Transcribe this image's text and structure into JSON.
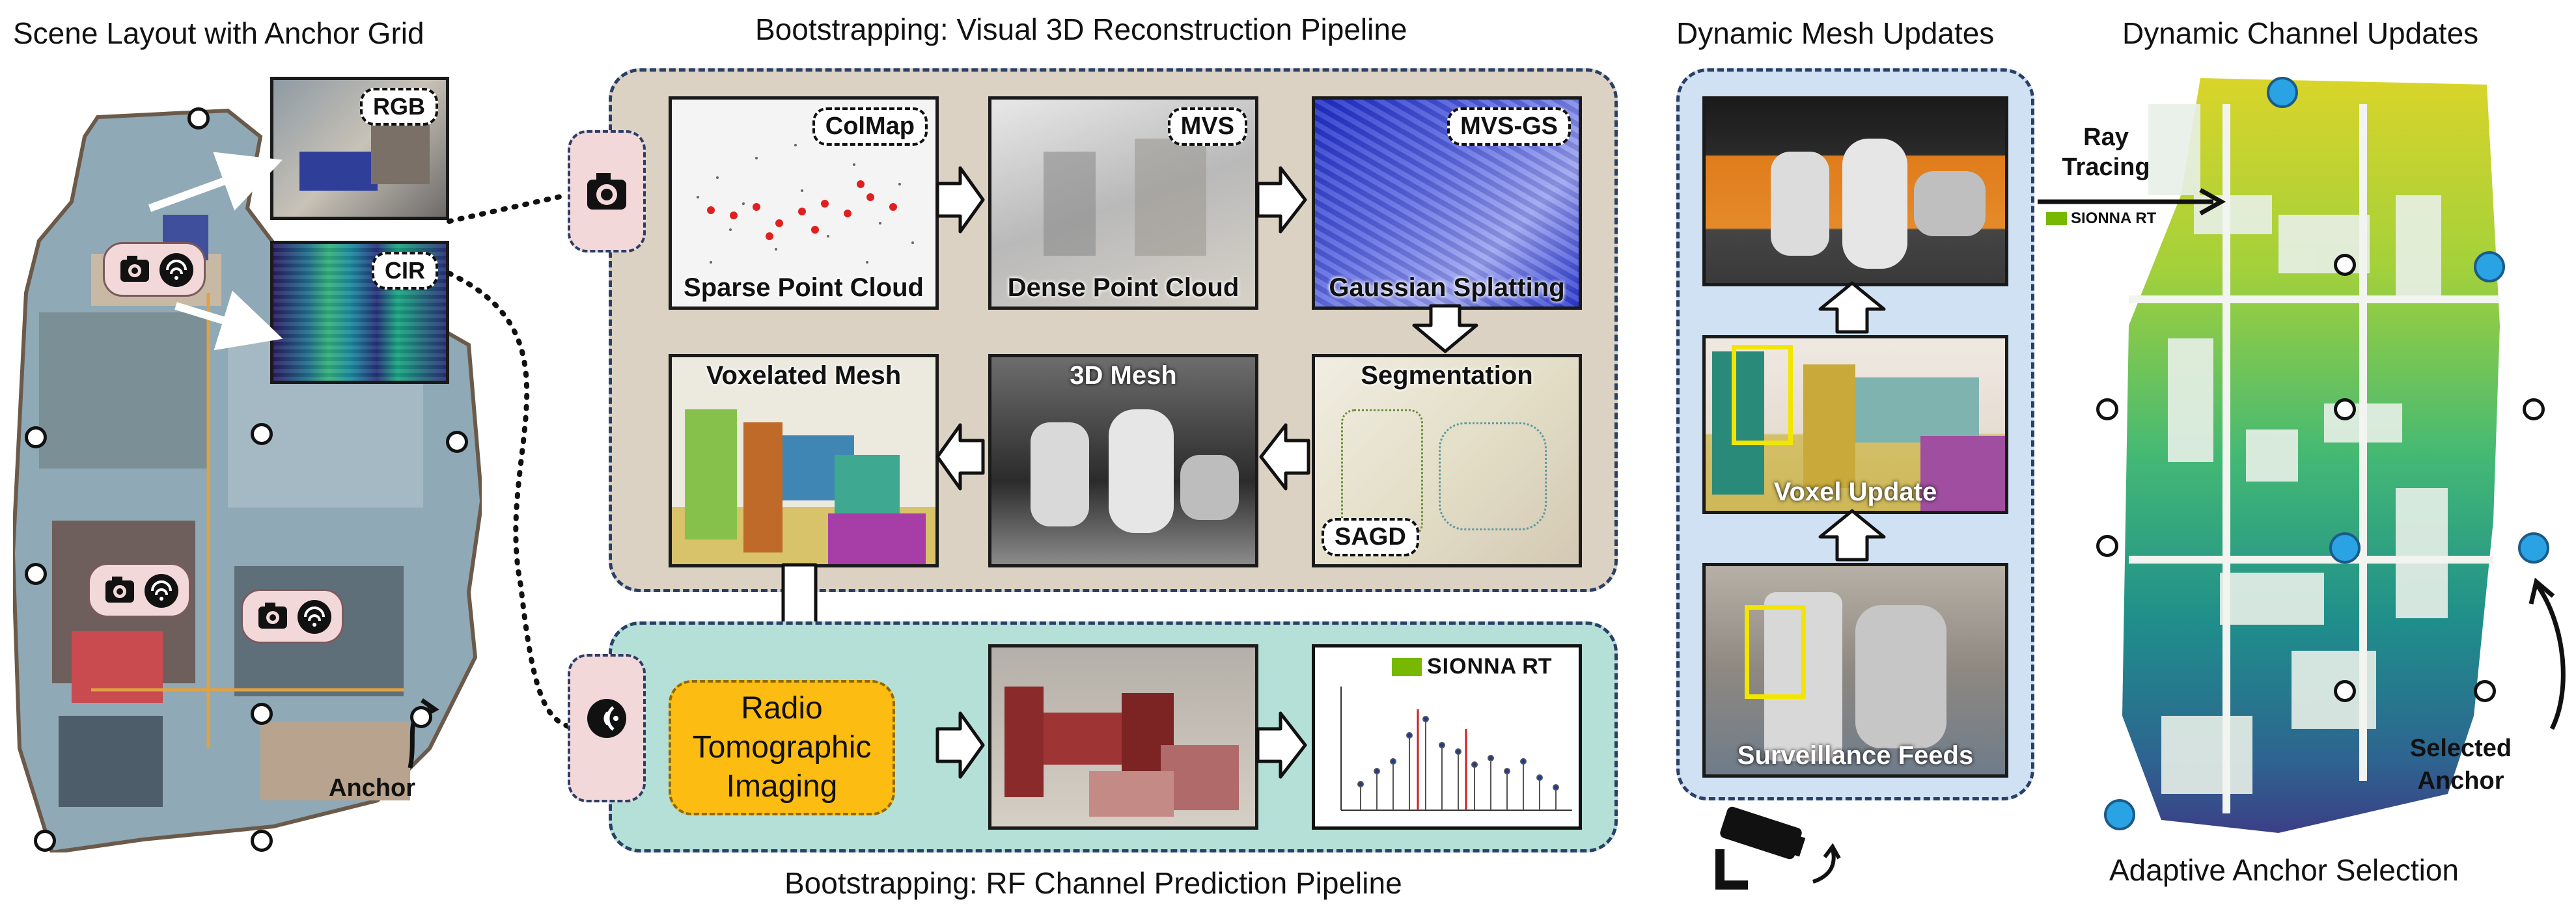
{
  "titles": {
    "scene_layout": "Scene Layout with Anchor Grid",
    "visual_pipeline": "Bootstrapping: Visual 3D Reconstruction Pipeline",
    "dynamic_mesh": "Dynamic Mesh Updates",
    "dynamic_channel": "Dynamic Channel Updates",
    "rf_pipeline": "Bootstrapping: RF Channel Prediction Pipeline",
    "adaptive_anchor": "Adaptive Anchor Selection"
  },
  "scene": {
    "rgb_tag": "RGB",
    "cir_tag": "CIR",
    "anchor_label": "Anchor"
  },
  "visual_pipeline": {
    "stages": [
      {
        "tag": "ColMap",
        "caption": "Sparse Point Cloud"
      },
      {
        "tag": "MVS",
        "caption": "Dense Point Cloud"
      },
      {
        "tag": "MVS-GS",
        "caption": "Gaussian Splatting"
      },
      {
        "tag": "",
        "caption": "Segmentation",
        "bottom_tag": "SAGD"
      },
      {
        "tag": "",
        "caption": "3D Mesh"
      },
      {
        "tag": "",
        "caption": "Voxelated Mesh"
      }
    ]
  },
  "rf_pipeline": {
    "rti_label": "Radio Tomographic Imaging",
    "sionna_label": "SIONNA",
    "sionna_rt": "RT"
  },
  "dynamic_mesh": {
    "voxel_update": "Voxel Update",
    "surveillance": "Surveillance Feeds"
  },
  "channel": {
    "ray_tracing": "Ray Tracing",
    "sionna_label": "SIONNA",
    "sionna_rt": "RT",
    "selected_anchor": "Selected Anchor"
  },
  "colors": {
    "panel_border": "#2a3f66",
    "visual_bg": "#dcd2c3",
    "rf_bg": "#b5e0d7",
    "mesh_bg": "#cfe1f2",
    "rti_fill": "#fdbc11",
    "anchor_blue": "#29a3e4"
  }
}
